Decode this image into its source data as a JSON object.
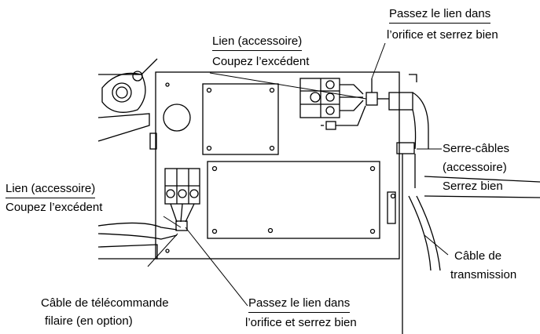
{
  "labels": {
    "top_right_l1": "Passez le lien dans",
    "top_right_l2": "l’orifice et serrez bien",
    "top_mid_l1": "Lien (accessoire)",
    "top_mid_l2": "Coupez l’excédent",
    "right_l1": "Serre-câbles",
    "right_l2": "(accessoire)",
    "right_l3": "Serrez bien",
    "left_l1": "Lien (accessoire)",
    "left_l2": "Coupez l’excédent",
    "trans_l1": "Câble de",
    "trans_l2": "transmission",
    "remote_l1": "Câble de télécommande",
    "remote_l2": "filaire (en option)",
    "bottom_l1": "Passez le lien dans",
    "bottom_l2": "l’orifice et serrez bien"
  }
}
